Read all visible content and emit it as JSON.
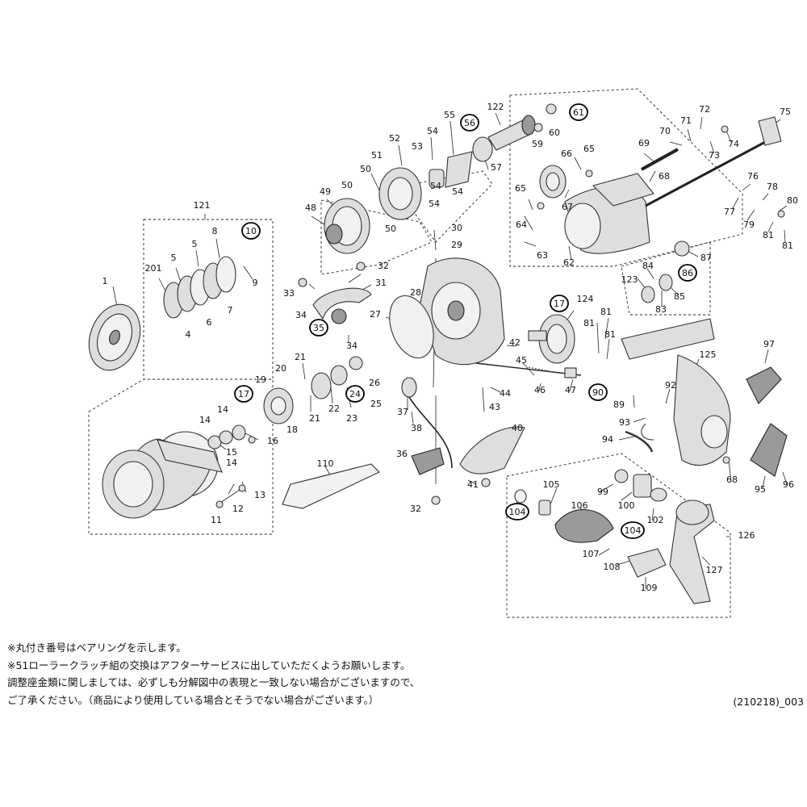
{
  "diagram": {
    "labels": [
      {
        "id": "1",
        "bearing": false
      },
      {
        "id": "4",
        "bearing": false
      },
      {
        "id": "5",
        "bearing": false
      },
      {
        "id": "6",
        "bearing": false
      },
      {
        "id": "7",
        "bearing": false
      },
      {
        "id": "8",
        "bearing": false
      },
      {
        "id": "9",
        "bearing": false
      },
      {
        "id": "10",
        "bearing": true
      },
      {
        "id": "11",
        "bearing": false
      },
      {
        "id": "12",
        "bearing": false
      },
      {
        "id": "13",
        "bearing": false
      },
      {
        "id": "14",
        "bearing": false
      },
      {
        "id": "15",
        "bearing": false
      },
      {
        "id": "16",
        "bearing": false
      },
      {
        "id": "17",
        "bearing": true
      },
      {
        "id": "18",
        "bearing": false
      },
      {
        "id": "19",
        "bearing": false
      },
      {
        "id": "20",
        "bearing": false
      },
      {
        "id": "21",
        "bearing": false
      },
      {
        "id": "22",
        "bearing": false
      },
      {
        "id": "23",
        "bearing": false
      },
      {
        "id": "24",
        "bearing": true
      },
      {
        "id": "25",
        "bearing": false
      },
      {
        "id": "26",
        "bearing": false
      },
      {
        "id": "27",
        "bearing": false
      },
      {
        "id": "28",
        "bearing": false
      },
      {
        "id": "29",
        "bearing": false
      },
      {
        "id": "30",
        "bearing": false
      },
      {
        "id": "31",
        "bearing": false
      },
      {
        "id": "32",
        "bearing": false
      },
      {
        "id": "33",
        "bearing": false
      },
      {
        "id": "34",
        "bearing": false
      },
      {
        "id": "35",
        "bearing": true
      },
      {
        "id": "36",
        "bearing": false
      },
      {
        "id": "37",
        "bearing": false
      },
      {
        "id": "38",
        "bearing": false
      },
      {
        "id": "40",
        "bearing": false
      },
      {
        "id": "41",
        "bearing": false
      },
      {
        "id": "42",
        "bearing": false
      },
      {
        "id": "43",
        "bearing": false
      },
      {
        "id": "44",
        "bearing": false
      },
      {
        "id": "45",
        "bearing": false
      },
      {
        "id": "46",
        "bearing": false
      },
      {
        "id": "47",
        "bearing": false
      },
      {
        "id": "48",
        "bearing": false
      },
      {
        "id": "49",
        "bearing": false
      },
      {
        "id": "50",
        "bearing": false
      },
      {
        "id": "51",
        "bearing": false
      },
      {
        "id": "52",
        "bearing": false
      },
      {
        "id": "53",
        "bearing": false
      },
      {
        "id": "54",
        "bearing": false
      },
      {
        "id": "55",
        "bearing": false
      },
      {
        "id": "56",
        "bearing": true
      },
      {
        "id": "57",
        "bearing": false
      },
      {
        "id": "59",
        "bearing": false
      },
      {
        "id": "60",
        "bearing": false
      },
      {
        "id": "61",
        "bearing": true
      },
      {
        "id": "62",
        "bearing": false
      },
      {
        "id": "63",
        "bearing": false
      },
      {
        "id": "64",
        "bearing": false
      },
      {
        "id": "65",
        "bearing": false
      },
      {
        "id": "66",
        "bearing": false
      },
      {
        "id": "67",
        "bearing": false
      },
      {
        "id": "68",
        "bearing": false
      },
      {
        "id": "69",
        "bearing": false
      },
      {
        "id": "70",
        "bearing": false
      },
      {
        "id": "71",
        "bearing": false
      },
      {
        "id": "72",
        "bearing": false
      },
      {
        "id": "73",
        "bearing": false
      },
      {
        "id": "74",
        "bearing": false
      },
      {
        "id": "75",
        "bearing": false
      },
      {
        "id": "76",
        "bearing": false
      },
      {
        "id": "77",
        "bearing": false
      },
      {
        "id": "78",
        "bearing": false
      },
      {
        "id": "79",
        "bearing": false
      },
      {
        "id": "80",
        "bearing": false
      },
      {
        "id": "81",
        "bearing": false
      },
      {
        "id": "83",
        "bearing": false
      },
      {
        "id": "84",
        "bearing": false
      },
      {
        "id": "85",
        "bearing": false
      },
      {
        "id": "86",
        "bearing": true
      },
      {
        "id": "87",
        "bearing": false
      },
      {
        "id": "89",
        "bearing": false
      },
      {
        "id": "90",
        "bearing": true
      },
      {
        "id": "92",
        "bearing": false
      },
      {
        "id": "93",
        "bearing": false
      },
      {
        "id": "94",
        "bearing": false
      },
      {
        "id": "95",
        "bearing": false
      },
      {
        "id": "96",
        "bearing": false
      },
      {
        "id": "97",
        "bearing": false
      },
      {
        "id": "99",
        "bearing": false
      },
      {
        "id": "100",
        "bearing": false
      },
      {
        "id": "102",
        "bearing": false
      },
      {
        "id": "104",
        "bearing": true
      },
      {
        "id": "105",
        "bearing": false
      },
      {
        "id": "106",
        "bearing": false
      },
      {
        "id": "107",
        "bearing": false
      },
      {
        "id": "108",
        "bearing": false
      },
      {
        "id": "109",
        "bearing": false
      },
      {
        "id": "110",
        "bearing": false
      },
      {
        "id": "121",
        "bearing": false
      },
      {
        "id": "122",
        "bearing": false
      },
      {
        "id": "123",
        "bearing": false
      },
      {
        "id": "124",
        "bearing": false
      },
      {
        "id": "125",
        "bearing": false
      },
      {
        "id": "126",
        "bearing": false
      },
      {
        "id": "127",
        "bearing": false
      },
      {
        "id": "201",
        "bearing": false
      }
    ]
  },
  "notes": {
    "line1": "※丸付き番号はベアリングを示します。",
    "line2": "※51ローラークラッチ組の交換はアフターサービスに出していただくようお願いします。",
    "line3": "調整座金類に関しましては、必ずしも分解図中の表現と一致しない場合がございますので、",
    "line4": "ご了承ください。（商品により使用している場合とそうでない場合がございます。）"
  },
  "doc_code": "(210218)_003"
}
